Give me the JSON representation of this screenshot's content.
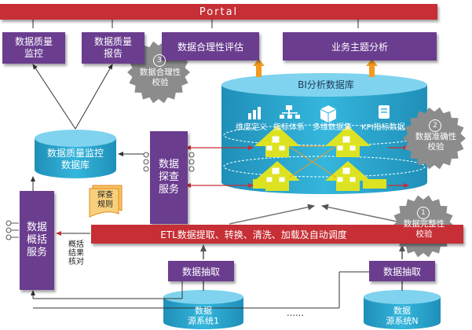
{
  "portal": {
    "label": "Portal"
  },
  "top_boxes": {
    "quality_monitor": "数据质量\n监控",
    "quality_report": "数据质量\n报告",
    "rationality_eval": "数据合理性评估",
    "business_analysis": "业务主题分析"
  },
  "bi_db": {
    "title": "BI分析数据库",
    "icons": [
      "维度定义",
      "指标体系",
      "多维数据集",
      "KPI指标数据"
    ]
  },
  "quality_db": {
    "label": "数据质量监控\n数据库"
  },
  "explore_service": {
    "label": "数据\n探查\n服务"
  },
  "explore_rules": {
    "label": "探查\n规则"
  },
  "summary_service": {
    "label": "数据\n概括\n服务"
  },
  "summary_check": {
    "label": "概括\n结果\n核对"
  },
  "etl_bar": {
    "label": "ETL数据提取、转换、清洗、加载及自动调度"
  },
  "extract_boxes": {
    "left": "数据抽取",
    "right": "数据抽取"
  },
  "sources": {
    "left": "数据\n源系统1",
    "right": "数据\n源系统N",
    "ellipsis": "……"
  },
  "badges": [
    {
      "num": "3",
      "label": "数据合理性\n校验"
    },
    {
      "num": "2",
      "label": "数据准确性\n校验"
    },
    {
      "num": "1",
      "label": "数据完整性\n校验"
    }
  ],
  "colors": {
    "portal_red": "#c62f35",
    "purple": "#6a3d8f",
    "cylinder_blue": "#2aa6cf",
    "badge_gray": "#8c8c8c",
    "arrow_orange": "#f39a1e",
    "arrow_yellow": "#e6e619",
    "connector_red": "#c62f35"
  }
}
